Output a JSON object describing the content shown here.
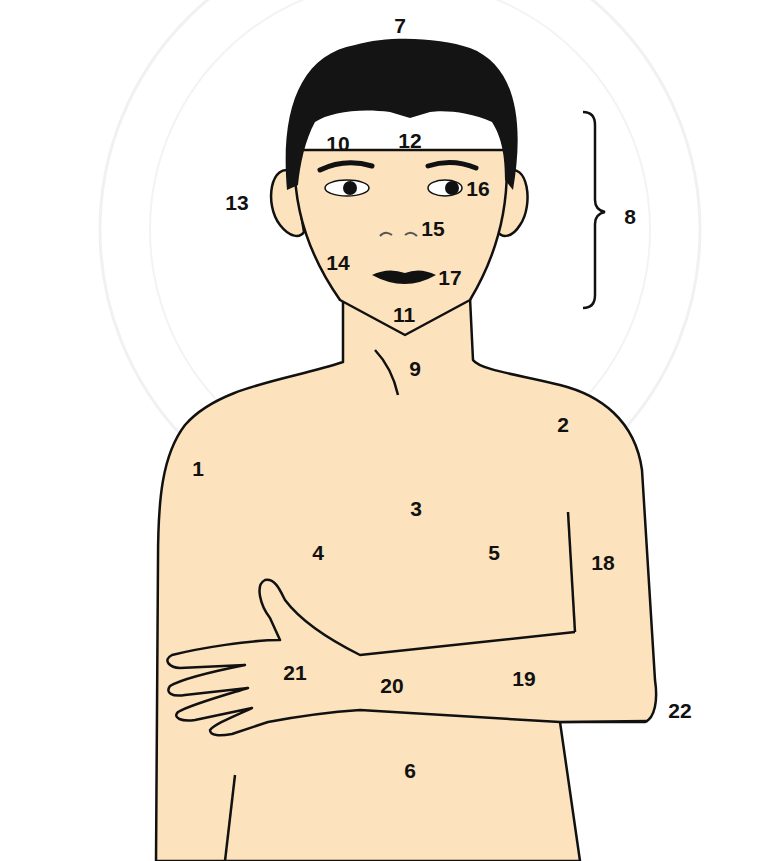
{
  "diagram": {
    "labels": [
      "7",
      "10",
      "12",
      "13",
      "16",
      "8",
      "15",
      "14",
      "17",
      "11",
      "9",
      "2",
      "1",
      "3",
      "4",
      "5",
      "18",
      "21",
      "20",
      "19",
      "22",
      "6"
    ]
  }
}
